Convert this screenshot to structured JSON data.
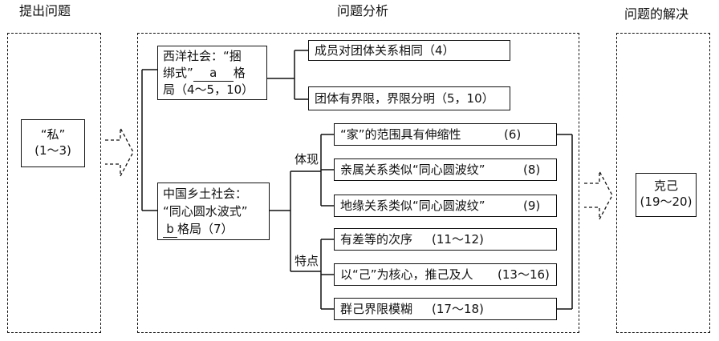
{
  "headers": {
    "left": "提出问题",
    "middle": "问题分析",
    "right": "问题的解决"
  },
  "left_box": {
    "line1": "“私”",
    "line2": "(1～3)"
  },
  "western": {
    "line1": "西洋社会：“捆",
    "line2_pre": "绑式”",
    "blank": "a",
    "line2_post": "格",
    "line3": "局（4～5，10）"
  },
  "chinese": {
    "line1": "中国乡土社会：",
    "line2": "“同心圆水波式”",
    "blank": "b",
    "line3_post": "格局（7）"
  },
  "western_items": [
    "成员对团体关系相同（4）",
    "团体有界限，界限分明（5，10）"
  ],
  "branch_labels": {
    "tixian": "体现",
    "tedian": "特点"
  },
  "tixian_items": [
    {
      "text": "“家”的范围具有伸缩性",
      "num": "(6)"
    },
    {
      "text": "亲属关系类似“同心圆波纹”",
      "num": "(8)"
    },
    {
      "text": "地缘关系类似“同心圆波纹”",
      "num": "(9)"
    }
  ],
  "tedian_items": [
    {
      "text": "有差等的次序",
      "num": "(11～12)"
    },
    {
      "text": "以“己”为核心，推己及人",
      "num": "(13～16)"
    },
    {
      "text": "群己界限模糊",
      "num": "(17～18)"
    }
  ],
  "right_box": {
    "line1": "克己",
    "line2": "(19～20)"
  }
}
